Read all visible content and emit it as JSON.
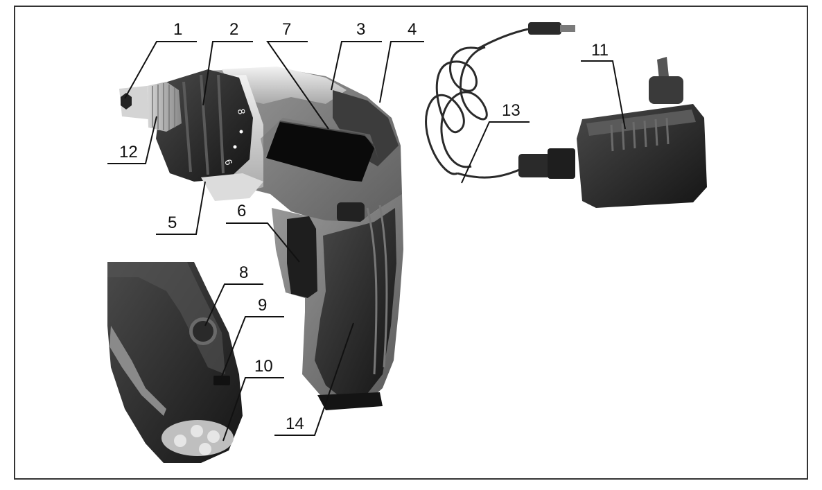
{
  "callouts": [
    {
      "id": "c1",
      "label": "1"
    },
    {
      "id": "c2",
      "label": "2"
    },
    {
      "id": "c7",
      "label": "7"
    },
    {
      "id": "c3",
      "label": "3"
    },
    {
      "id": "c4",
      "label": "4"
    },
    {
      "id": "c11",
      "label": "11"
    },
    {
      "id": "c13",
      "label": "13"
    },
    {
      "id": "c12",
      "label": "12"
    },
    {
      "id": "c5",
      "label": "5"
    },
    {
      "id": "c6",
      "label": "6"
    },
    {
      "id": "c8",
      "label": "8"
    },
    {
      "id": "c9",
      "label": "9"
    },
    {
      "id": "c10",
      "label": "10"
    },
    {
      "id": "c14",
      "label": "14"
    }
  ],
  "parts": {
    "torque_collar_numbers": [
      "8",
      "6"
    ]
  }
}
